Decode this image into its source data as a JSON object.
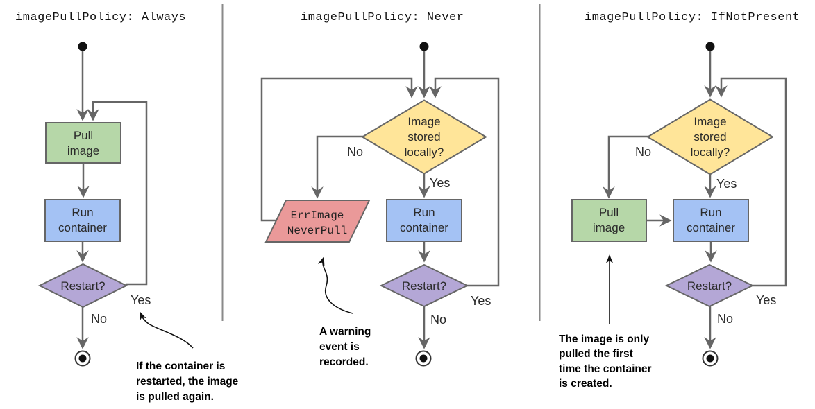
{
  "colors": {
    "green": "#b6d7a8",
    "blue": "#a4c2f4",
    "yellow": "#ffe599",
    "purple": "#b4a7d6",
    "red": "#ea9999",
    "line": "#666666",
    "black": "#111111"
  },
  "panels": {
    "always": {
      "title": "imagePullPolicy: Always",
      "nodes": {
        "pull_image": [
          "Pull",
          "image"
        ],
        "run_container": [
          "Run",
          "container"
        ],
        "restart": "Restart?"
      },
      "labels": {
        "yes": "Yes",
        "no": "No"
      },
      "annotation": [
        "If the container is",
        "restarted, the image",
        "is pulled again."
      ]
    },
    "never": {
      "title": "imagePullPolicy: Never",
      "nodes": {
        "image_stored": [
          "Image",
          "stored",
          "locally?"
        ],
        "err_image": [
          "ErrImage",
          "NeverPull"
        ],
        "run_container": [
          "Run",
          "container"
        ],
        "restart": "Restart?"
      },
      "labels": {
        "stored_yes": "Yes",
        "stored_no": "No",
        "restart_yes": "Yes",
        "restart_no": "No"
      },
      "annotation": [
        "A warning",
        "event is",
        "recorded."
      ]
    },
    "ifnotpresent": {
      "title": "imagePullPolicy: IfNotPresent",
      "nodes": {
        "image_stored": [
          "Image",
          "stored",
          "locally?"
        ],
        "pull_image": [
          "Pull",
          "image"
        ],
        "run_container": [
          "Run",
          "container"
        ],
        "restart": "Restart?"
      },
      "labels": {
        "stored_yes": "Yes",
        "stored_no": "No",
        "restart_yes": "Yes",
        "restart_no": "No"
      },
      "annotation": [
        "The image is only",
        "pulled the first",
        "time the container",
        "is created."
      ]
    }
  }
}
